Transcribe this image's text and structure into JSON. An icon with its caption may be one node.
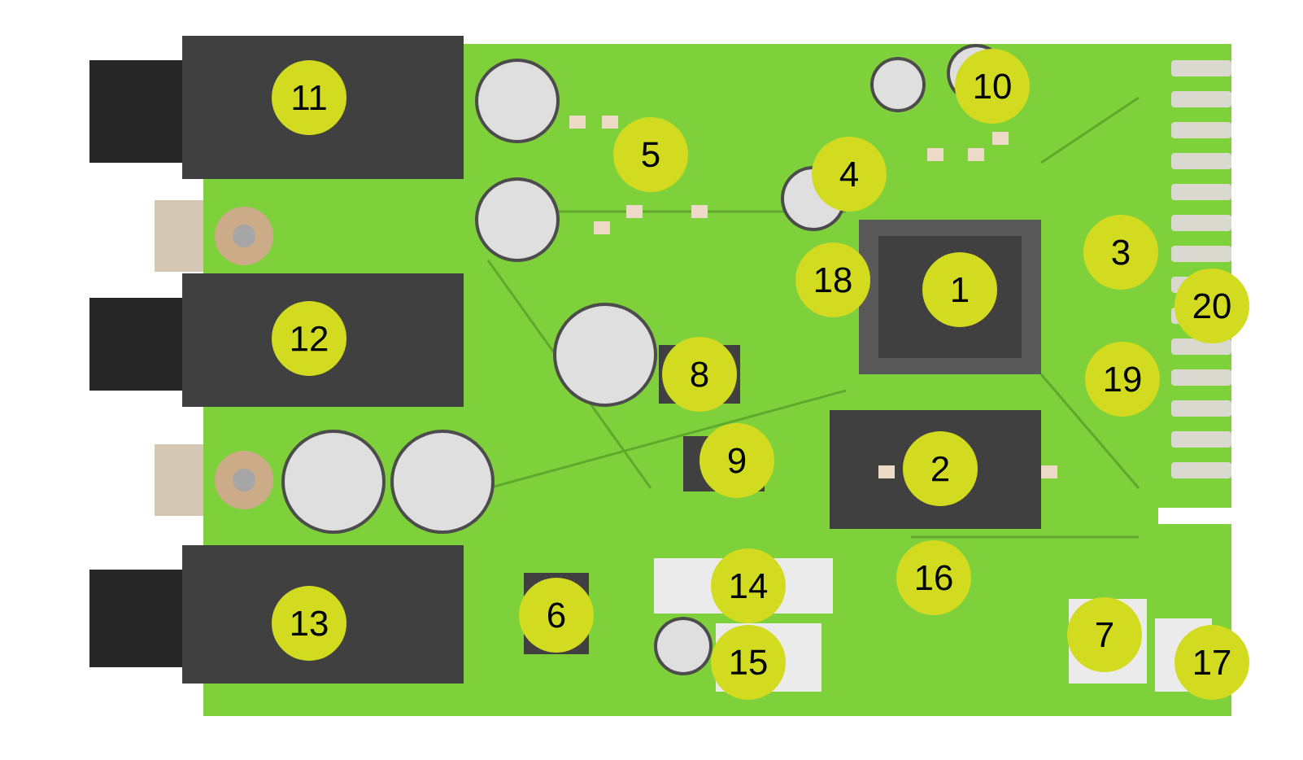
{
  "diagram": {
    "labels": [
      "10",
      "11",
      "5",
      "4",
      "3",
      "1",
      "18",
      "12",
      "20",
      "8",
      "19",
      "9",
      "2",
      "16",
      "14",
      "6",
      "13",
      "7",
      "15",
      "17"
    ]
  }
}
